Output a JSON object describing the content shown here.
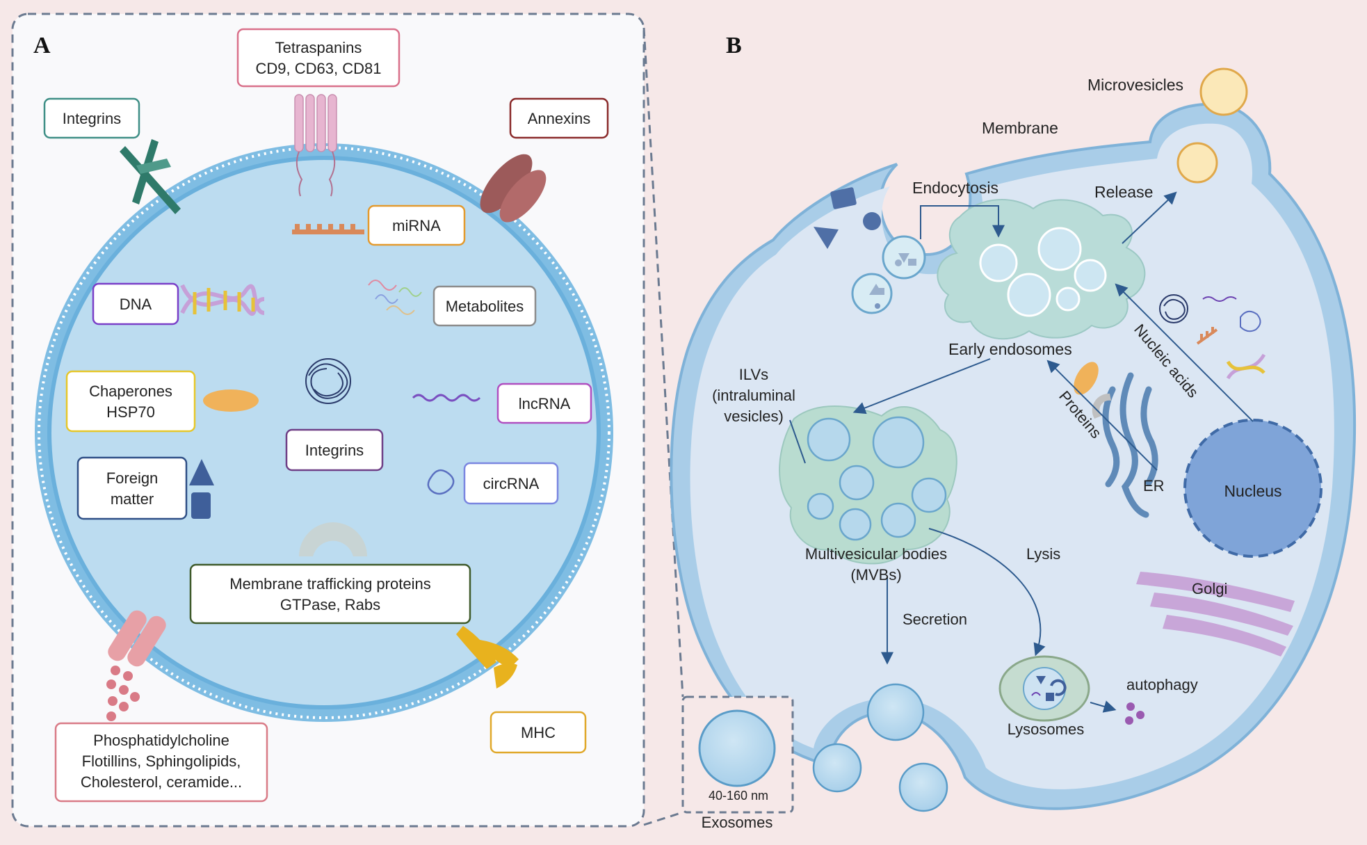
{
  "panel_a": {
    "letter": "A",
    "tetraspanins": [
      "Tetraspanins",
      "CD9, CD63, CD81"
    ],
    "integrins_top": "Integrins",
    "annexins": "Annexins",
    "mirna": "miRNA",
    "dna": "DNA",
    "metabolites": "Metabolites",
    "chaperones": [
      "Chaperones",
      "HSP70"
    ],
    "lncrna": "lncRNA",
    "integrins_inner": "Integrins",
    "foreign_matter": [
      "Foreign",
      "matter"
    ],
    "circrna": "circRNA",
    "trafficking": [
      "Membrane trafficking proteins",
      "GTPase, Rabs"
    ],
    "lipids": [
      "Phosphatidylcholine",
      "Flotillins, Sphingolipids,",
      "Cholesterol, ceramide..."
    ],
    "mhc": "MHC"
  },
  "panel_b": {
    "letter": "B",
    "microvesicles": "Microvesicles",
    "membrane": "Membrane",
    "endocytosis": "Endocytosis",
    "release": "Release",
    "early_endosomes": "Early endosomes",
    "nucleic_acids": "Nucleic acids",
    "proteins": "Proteins",
    "ilvs": [
      "ILVs",
      "(intraluminal",
      "vesicles)"
    ],
    "er": "ER",
    "nucleus": "Nucleus",
    "mvbs": [
      "Multivesicular bodies",
      "(MVBs)"
    ],
    "lysis": "Lysis",
    "golgi": "Golgi",
    "secretion": "Secretion",
    "autophagy": "autophagy",
    "lysosomes": "Lysosomes",
    "size": "40-160 nm",
    "exosomes": "Exosomes"
  },
  "colors": {
    "vesicle_fill": "#bcdcef",
    "membrane_blue": "#6aaed6",
    "cell_fill": "#dde8f4",
    "endosome": "#bfe0dc",
    "box_teal": "#3f8f86",
    "box_pink": "#d9708a",
    "box_maroon": "#8a2a2a",
    "box_orange": "#e39a2e",
    "box_purple": "#7a3fc8",
    "box_gray": "#8c8c8c",
    "box_yellow": "#e6c72a",
    "box_magenta": "#b04fc0",
    "box_violet": "#6f3f86",
    "box_navy": "#2f4f86",
    "box_periwinkle": "#7a86e0",
    "box_olive": "#3f5a2a",
    "box_rose": "#d97a86",
    "box_gold": "#e0a82a"
  }
}
